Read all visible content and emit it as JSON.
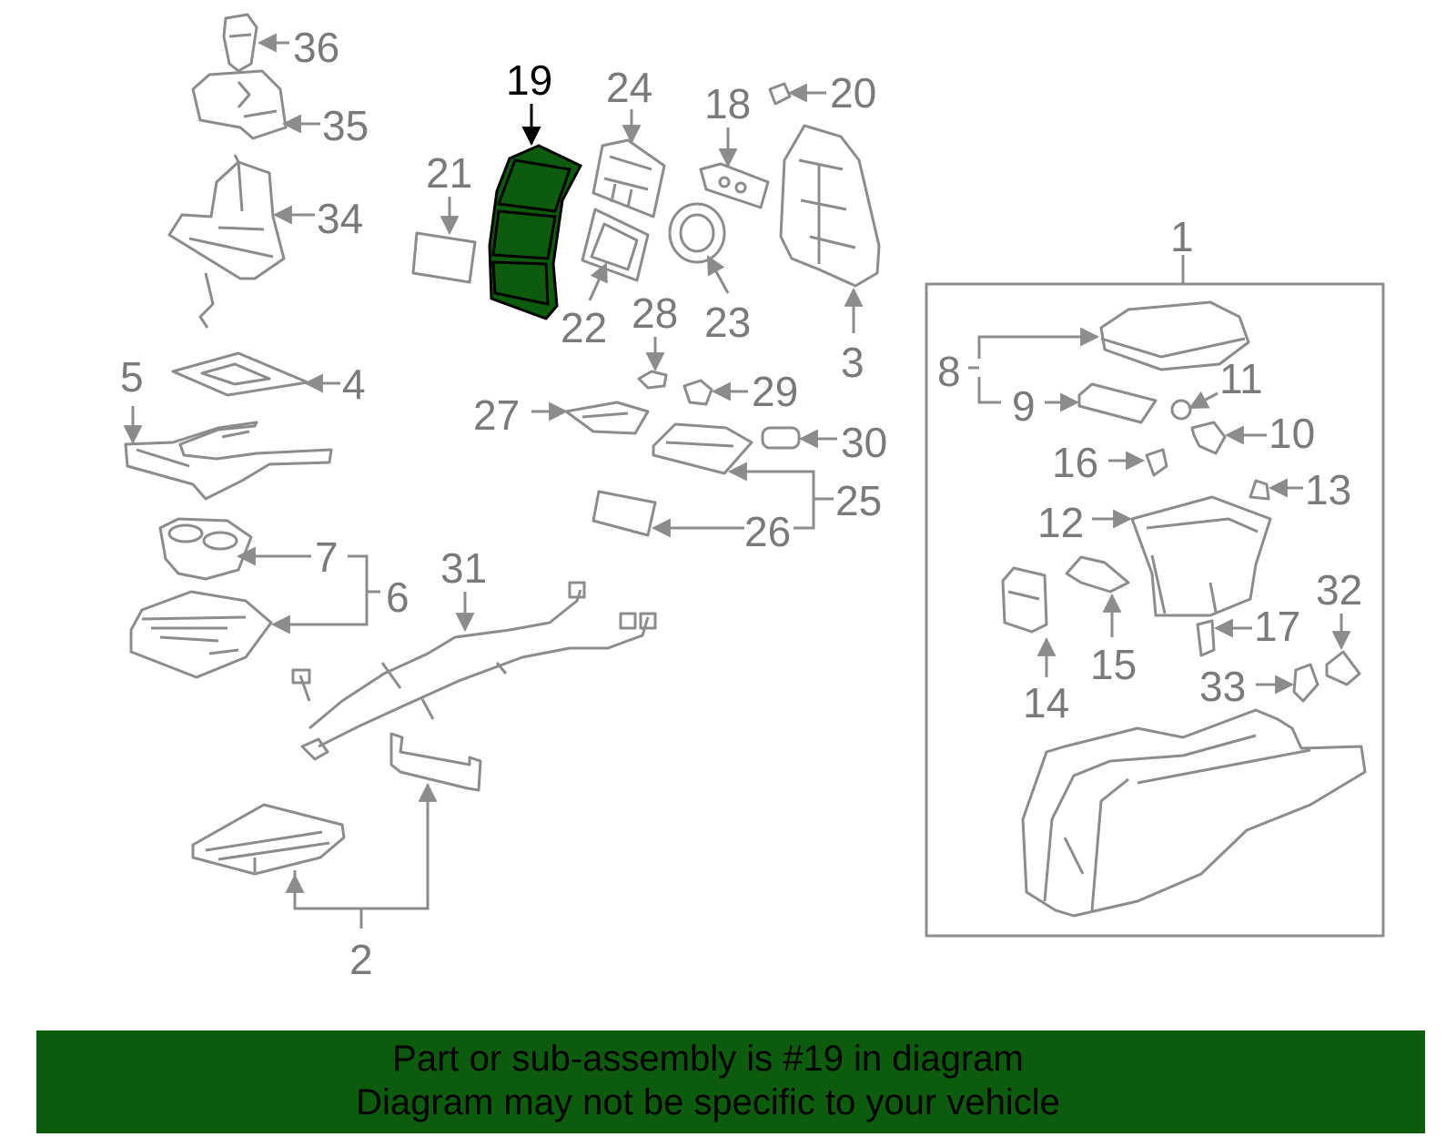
{
  "highlight": {
    "part_number": "19",
    "fill_color": "#0d5c0d",
    "outline_color": "#000000"
  },
  "part_color": "#8c8c8c",
  "labels": {
    "p1": "1",
    "p2": "2",
    "p3": "3",
    "p4": "4",
    "p5": "5",
    "p6": "6",
    "p7": "7",
    "p8": "8",
    "p9": "9",
    "p10": "10",
    "p11": "11",
    "p12": "12",
    "p13": "13",
    "p14": "14",
    "p15": "15",
    "p16": "16",
    "p17": "17",
    "p18": "18",
    "p19": "19",
    "p20": "20",
    "p21": "21",
    "p22": "22",
    "p23": "23",
    "p24": "24",
    "p25": "25",
    "p26": "26",
    "p27": "27",
    "p28": "28",
    "p29": "29",
    "p30": "30",
    "p31": "31",
    "p32": "32",
    "p33": "33",
    "p34": "34",
    "p35": "35",
    "p36": "36"
  },
  "banner": {
    "line1": "Part or sub-assembly is #19 in diagram",
    "line2": "Diagram may not be specific to your vehicle",
    "background": "#0d5c0d"
  }
}
